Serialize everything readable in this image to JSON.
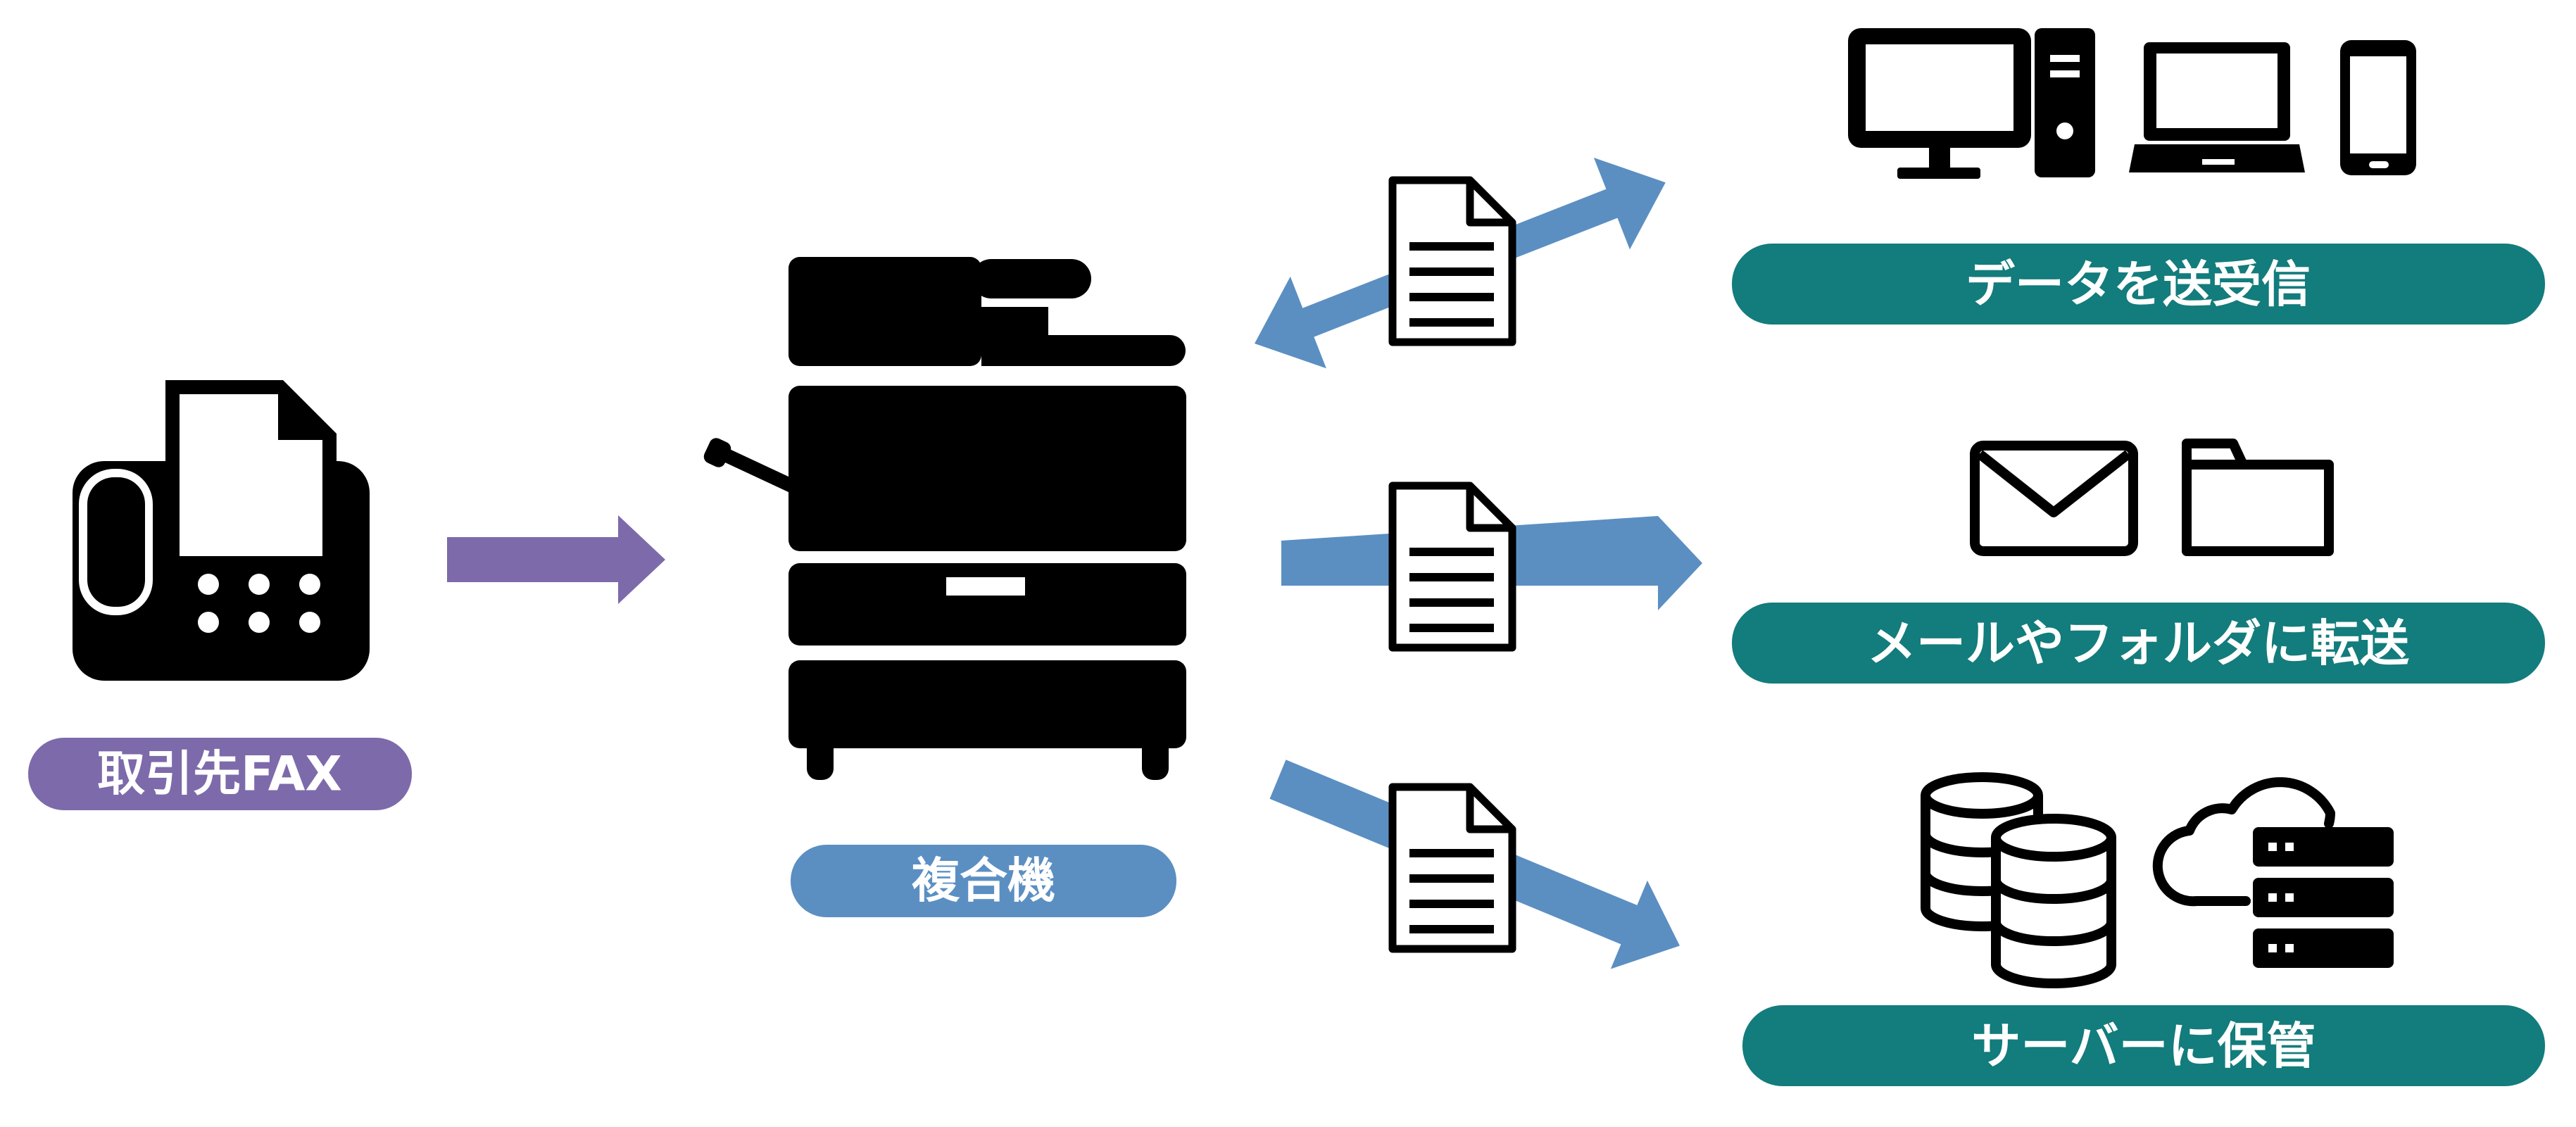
{
  "colors": {
    "purple": "#7d6aaa",
    "blue": "#5b8fc2",
    "teal": "#137c7c",
    "icon": "#000000",
    "background": "#ffffff"
  },
  "nodes": {
    "fax": {
      "label": "取引先FAX",
      "icon": "fax-machine-icon"
    },
    "mfp": {
      "label": "複合機",
      "icon": "multifunction-printer-icon"
    }
  },
  "outputs": [
    {
      "label": "データを送受信",
      "icons": [
        "desktop-monitor-icon",
        "pc-tower-icon",
        "laptop-icon",
        "smartphone-icon"
      ],
      "arrow": "bidirectional"
    },
    {
      "label": "メールやフォルダに転送",
      "icons": [
        "mail-envelope-icon",
        "folder-icon"
      ],
      "arrow": "forward"
    },
    {
      "label": "サーバーに保管",
      "icons": [
        "database-icon",
        "cloud-server-icon"
      ],
      "arrow": "forward"
    }
  ],
  "document_icon": "document-icon"
}
